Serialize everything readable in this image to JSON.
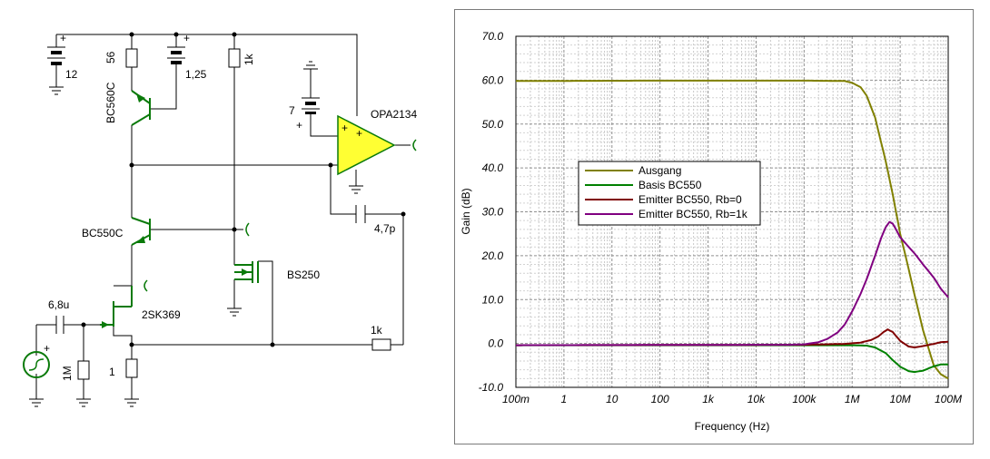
{
  "schematic": {
    "battery_main": "12",
    "res_emitter_top": "56",
    "battery_bias": "1,25",
    "res_top_mid": "1k",
    "battery_opamp": "7",
    "opamp": "OPA2134",
    "transistor_pnp": "BC560C",
    "transistor_npn": "BC550C",
    "cap_feedback": "4,7p",
    "mosfet": "BS250",
    "jfet": "2SK369",
    "cap_input": "6,8u",
    "res_gate": "1M",
    "res_source": "1",
    "res_feedback": "1k"
  },
  "chart_data": {
    "type": "line",
    "xlabel": "Frequency (Hz)",
    "ylabel": "Gain (dB)",
    "xscale": "log",
    "xlim": [
      0.1,
      100000000
    ],
    "ylim": [
      -10,
      70
    ],
    "x_tick_labels": [
      "100m",
      "1",
      "10",
      "100",
      "1k",
      "10k",
      "100k",
      "1M",
      "10M",
      "100M"
    ],
    "y_tick_labels": [
      "70.0",
      "60.0",
      "50.0",
      "40.0",
      "30.0",
      "20.0",
      "10.0",
      "0.0",
      "-10.0"
    ],
    "grid": true,
    "legend_position": "center-left",
    "series": [
      {
        "name": "Ausgang",
        "color": "#808000",
        "x": [
          0.1,
          100,
          100000,
          700000,
          1000000,
          1500000,
          2000000,
          3000000,
          5000000,
          7000000,
          10000000,
          15000000,
          20000000,
          30000000,
          50000000,
          70000000,
          100000000
        ],
        "y": [
          59.8,
          59.9,
          59.9,
          59.8,
          59.4,
          58.4,
          56.5,
          51.5,
          41.5,
          34,
          25,
          17,
          11,
          3,
          -5,
          -7,
          -8
        ]
      },
      {
        "name": "Basis BC550",
        "color": "#008000",
        "x": [
          0.1,
          100000,
          1000000,
          2000000,
          3000000,
          5000000,
          7000000,
          10000000,
          15000000,
          20000000,
          30000000,
          50000000,
          70000000,
          100000000
        ],
        "y": [
          -0.4,
          -0.4,
          -0.4,
          -0.5,
          -0.9,
          -2.2,
          -3.8,
          -5.3,
          -6.3,
          -6.5,
          -6.2,
          -5.2,
          -4.8,
          -4.8
        ]
      },
      {
        "name": "Emitter BC550, Rb=0",
        "color": "#800000",
        "x": [
          0.1,
          100000,
          700000,
          1500000,
          2500000,
          3500000,
          4500000,
          5500000,
          7000000,
          10000000,
          15000000,
          20000000,
          30000000,
          50000000,
          70000000,
          100000000
        ],
        "y": [
          -0.4,
          -0.3,
          -0.1,
          0.2,
          0.8,
          1.6,
          2.6,
          3.2,
          2.6,
          0.6,
          -0.7,
          -0.9,
          -0.6,
          -0.1,
          0.3,
          0.4
        ]
      },
      {
        "name": "Emitter BC550, Rb=1k",
        "color": "#800080",
        "x": [
          0.1,
          50000,
          100000,
          200000,
          300000,
          500000,
          700000,
          1000000,
          1500000,
          2000000,
          3000000,
          4000000,
          5000000,
          6000000,
          7000000,
          8000000,
          10000000,
          15000000,
          20000000,
          30000000,
          50000000,
          70000000,
          100000000
        ],
        "y": [
          -0.4,
          -0.3,
          -0.2,
          0.3,
          1.0,
          2.5,
          4.3,
          7.3,
          11.3,
          14.6,
          20,
          24,
          26.5,
          27.7,
          27.3,
          26.2,
          24.2,
          22,
          20.5,
          18,
          15,
          12.5,
          10.5
        ]
      }
    ]
  }
}
